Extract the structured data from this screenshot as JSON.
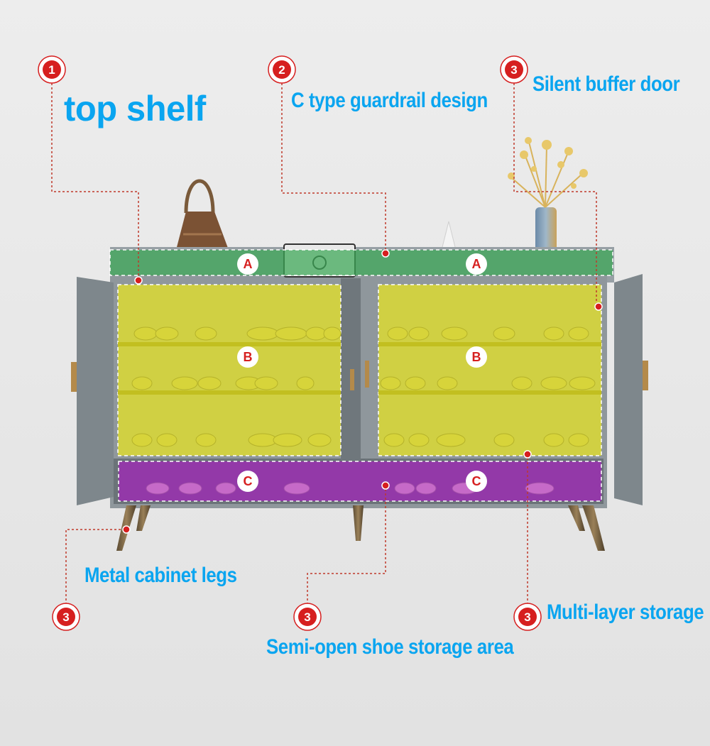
{
  "callouts": [
    {
      "number": "1",
      "label": "top shelf"
    },
    {
      "number": "2",
      "label": "C type guardrail design"
    },
    {
      "number": "3",
      "label": "Silent buffer door"
    },
    {
      "number": "3",
      "label": "Metal cabinet legs"
    },
    {
      "number": "3",
      "label": "Semi-open shoe storage area"
    },
    {
      "number": "3",
      "label": "Multi-layer storage"
    }
  ],
  "zones": {
    "a_left": "A",
    "a_right": "A",
    "b_left": "B",
    "b_right": "B",
    "c_left": "C",
    "c_right": "C"
  },
  "colors": {
    "label": "#0aa5f0",
    "callout_red": "#d61f1f",
    "leader": "#c0392b",
    "zone_a": "#3aa655",
    "zone_b": "#e3e02a",
    "zone_c": "#9a2fb0",
    "cabinet": "#8f979c"
  }
}
